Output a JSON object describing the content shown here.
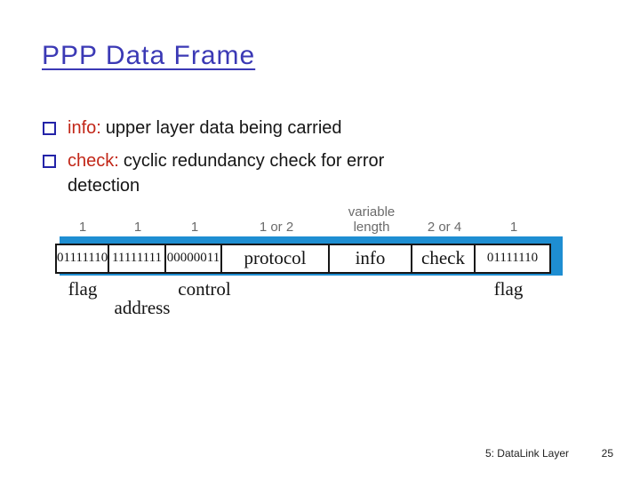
{
  "slide": {
    "title": "PPP Data Frame",
    "bullets": [
      {
        "term": "info:",
        "text": "upper layer data being carried"
      },
      {
        "term": "check:",
        "text": "cyclic redundancy check for error detection"
      }
    ],
    "diagram": {
      "fields": [
        {
          "size": "1",
          "value": "01111110",
          "label": "flag"
        },
        {
          "size": "1",
          "value": "11111111",
          "label": "address"
        },
        {
          "size": "1",
          "value": "00000011",
          "label": "control"
        },
        {
          "size": "1 or 2",
          "value": "protocol",
          "label": ""
        },
        {
          "size": "variable length",
          "value": "info",
          "label": ""
        },
        {
          "size": "2 or 4",
          "value": "check",
          "label": ""
        },
        {
          "size": "1",
          "value": "01111110",
          "label": "flag"
        }
      ],
      "colors": {
        "bar_blue": "#1E8ED2",
        "title_blue": "#3B39B5",
        "term_red": "#C22718",
        "bullet_square_blue": "#2323A8"
      }
    },
    "footer": {
      "section": "5: DataLink Layer",
      "page_number": "25"
    }
  }
}
